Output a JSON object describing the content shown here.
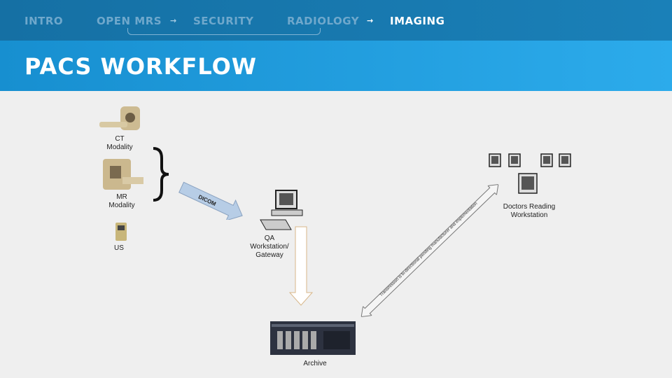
{
  "nav": {
    "items": [
      "INTRO",
      "OPEN MRS",
      "SECURITY",
      "RADIOLOGY",
      "IMAGING"
    ],
    "arrow": "→"
  },
  "title": "PACS WORKFLOW",
  "diagram": {
    "ct": "CT\nModality",
    "mr": "MR\nModality",
    "us": "US",
    "dicom": "DICOM",
    "qa": "QA\nWorkstation/\nGateway",
    "archive": "Archive",
    "doctors": "Doctors Reading\nWorkstation",
    "transmission": "Transmission is bi-directional pending manufacturer and implementation"
  }
}
